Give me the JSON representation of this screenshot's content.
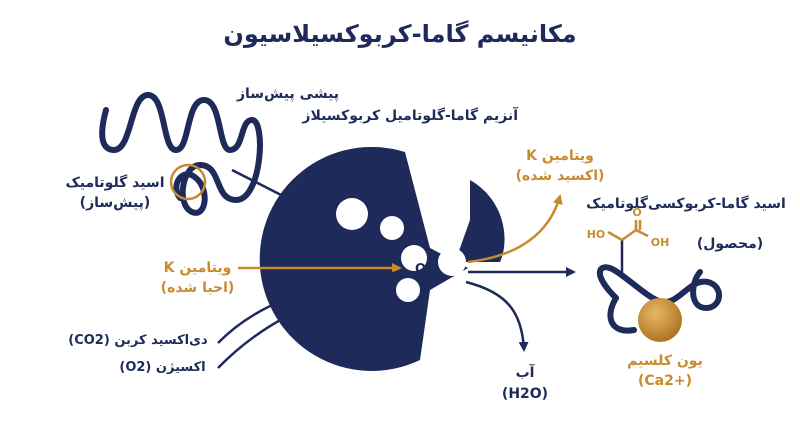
{
  "title": "مکانیسم گاما-کربوکسیلاسیون",
  "labels": {
    "pre_pro": "پیشی پیش‌ساز",
    "enzyme": "آنزیم گاما-گلوتامیل کربوکسیلاز",
    "glu_line1": "اسید گلوتامیک",
    "glu_line2": "(پیش‌ساز)",
    "vitk_red_line1": "ویتامین K",
    "vitk_red_line2": "(احیا شده)",
    "co2": "دی‌اکسید کربن (CO2)",
    "o2_in": "اکسیژن (O2)",
    "o2_center": "O2",
    "vitk_ox_line1": "ویتامین K",
    "vitk_ox_line2": "(اکسید شده)",
    "gla_line1": "اسید گاما-کربوکسی‌گلوتامیک",
    "gla_line2": "(محصول)",
    "water_line1": "آب",
    "water_line2": "(H2O)",
    "calcium_line1": "یون کلسیم",
    "calcium_line2": "(Ca2+)",
    "ho": "HO",
    "o": "O",
    "oh": "OH"
  },
  "colors": {
    "navy": "#1e2a5a",
    "gold": "#c88a2e",
    "calcium": "#c88a2e"
  }
}
